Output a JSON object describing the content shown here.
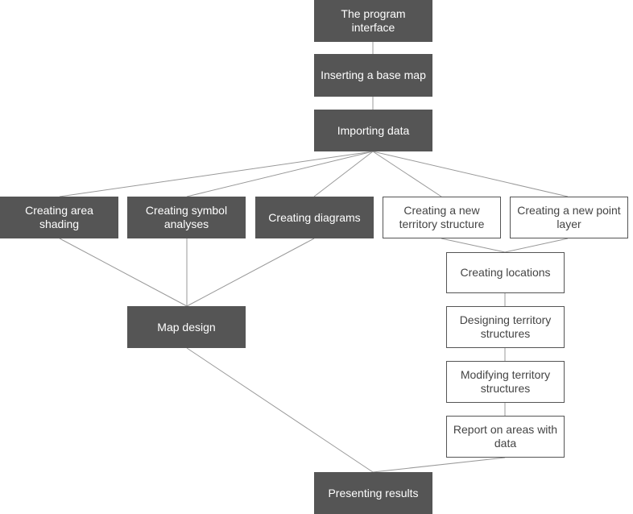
{
  "nodes": {
    "interface": {
      "label": "The program interface"
    },
    "base_map": {
      "label": "Inserting a base map"
    },
    "importing": {
      "label": "Importing data"
    },
    "area_shading": {
      "label": "Creating area shading"
    },
    "symbol": {
      "label": "Creating symbol analyses"
    },
    "diagrams": {
      "label": "Creating diagrams"
    },
    "territory": {
      "label": "Creating a new territory structure"
    },
    "point_layer": {
      "label": "Creating a new point layer"
    },
    "locations": {
      "label": "Creating locations"
    },
    "map_design": {
      "label": "Map design"
    },
    "designing": {
      "label": "Designing territory structures"
    },
    "modifying": {
      "label": "Modifying territory structures"
    },
    "report": {
      "label": "Report on areas with data"
    },
    "presenting": {
      "label": "Presenting results"
    }
  },
  "colors": {
    "dark_fill": "#555555",
    "line": "#999999",
    "light_text": "#444444"
  }
}
